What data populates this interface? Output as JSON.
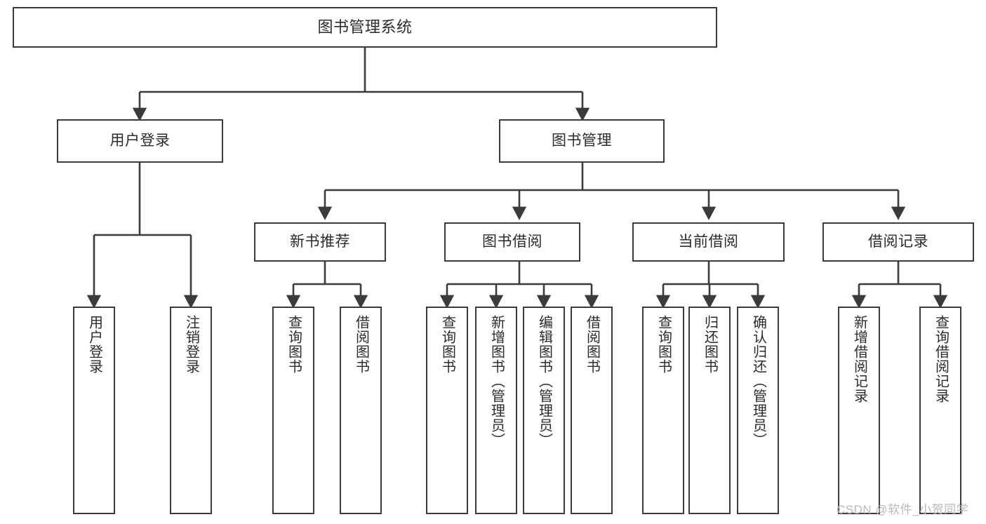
{
  "diagram": {
    "type": "tree-hierarchy",
    "title": "图书管理系统",
    "style": {
      "box_fill": "#ffffff",
      "box_stroke": "#3b3b3b",
      "text_color": "#2b2b2b",
      "background": "#ffffff",
      "watermark_color": "#b9b9b9"
    },
    "nodes": {
      "root": {
        "label": "图书管理系统"
      },
      "level2": [
        {
          "id": "user-login",
          "label": "用户登录"
        },
        {
          "id": "book-manage",
          "label": "图书管理"
        }
      ],
      "level3": [
        {
          "id": "new-book-recommend",
          "label": "新书推荐"
        },
        {
          "id": "book-borrow",
          "label": "图书借阅"
        },
        {
          "id": "current-borrow",
          "label": "当前借阅"
        },
        {
          "id": "borrow-record",
          "label": "借阅记录"
        }
      ],
      "leaves": {
        "user_login": [
          {
            "id": "leaf-user-login",
            "label": "用户登录"
          },
          {
            "id": "leaf-logout-login",
            "label": "注销登录"
          }
        ],
        "new_book_recommend": [
          {
            "id": "leaf-query-book-1",
            "label": "查询图书"
          },
          {
            "id": "leaf-borrow-book-1",
            "label": "借阅图书"
          }
        ],
        "book_borrow": [
          {
            "id": "leaf-query-book-2",
            "label": "查询图书"
          },
          {
            "id": "leaf-add-book",
            "label": "新增图书（管理员）"
          },
          {
            "id": "leaf-edit-book",
            "label": "编辑图书（管理员）"
          },
          {
            "id": "leaf-borrow-book-2",
            "label": "借阅图书"
          }
        ],
        "current_borrow": [
          {
            "id": "leaf-query-book-3",
            "label": "查询图书"
          },
          {
            "id": "leaf-return-book",
            "label": "归还图书"
          },
          {
            "id": "leaf-confirm-return",
            "label": "确认归还（管理员）"
          }
        ],
        "borrow_record": [
          {
            "id": "leaf-add-record",
            "label": "新增借阅记录"
          },
          {
            "id": "leaf-query-record",
            "label": "查询借阅记录"
          }
        ]
      }
    },
    "watermark": "CSDN @软件_小贺同学"
  }
}
